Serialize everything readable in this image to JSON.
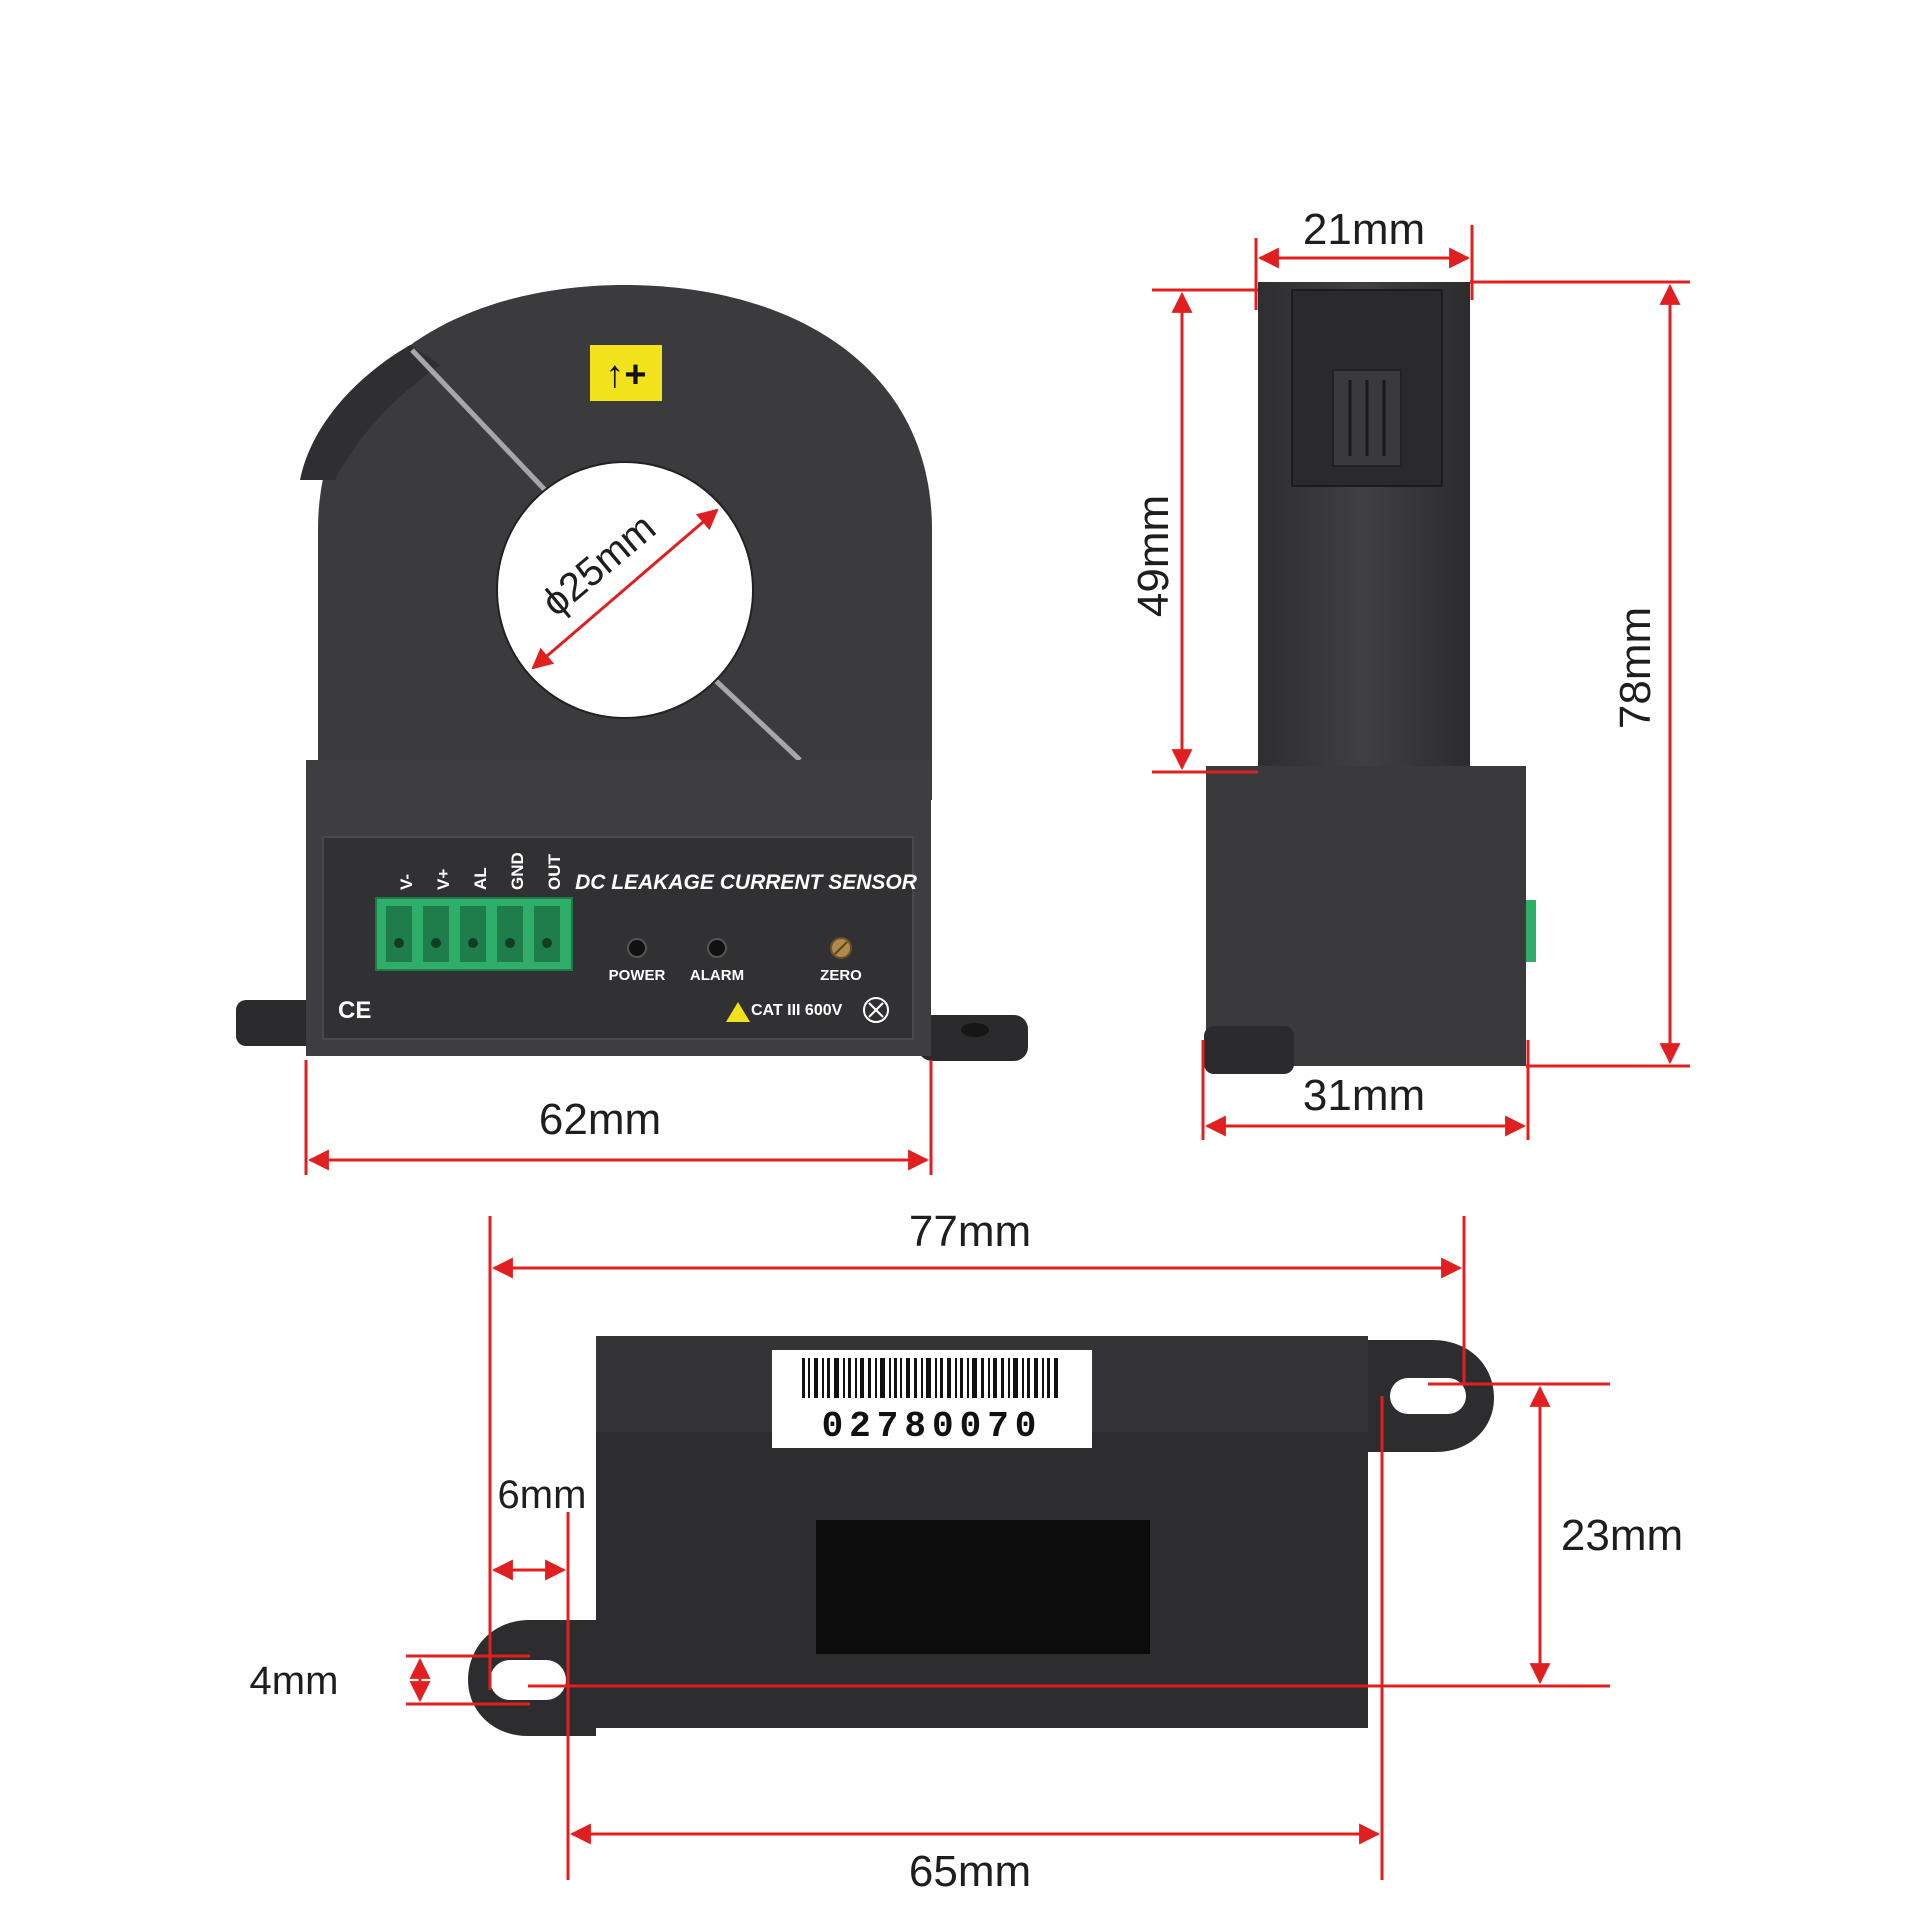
{
  "front_view": {
    "hole_diameter": "ϕ25mm",
    "direction_label": "↑+",
    "title": "DC LEAKAGE CURRENT SENSOR",
    "terminals": [
      "V-",
      "V+",
      "AL",
      "GND",
      "OUT"
    ],
    "led_power": "POWER",
    "led_alarm": "ALARM",
    "zero_label": "ZERO",
    "ce_mark": "CE",
    "rating": "CAT III 600V",
    "width_dim": "62mm"
  },
  "side_view": {
    "top_width_dim": "21mm",
    "upper_height_dim": "49mm",
    "total_height_dim": "78mm",
    "base_width_dim": "31mm"
  },
  "bottom_view": {
    "barcode_number": "02780070",
    "overall_width_dim": "77mm",
    "hole_spacing_dim": "65mm",
    "hole_offset_dim": "6mm",
    "hole_dia_dim": "4mm",
    "hole_vertical_dim": "23mm"
  },
  "colors": {
    "dim_line": "#e02020",
    "body": "#3a3a3c",
    "terminal_block": "#2fae6a",
    "label_yellow": "#f2e21c"
  }
}
